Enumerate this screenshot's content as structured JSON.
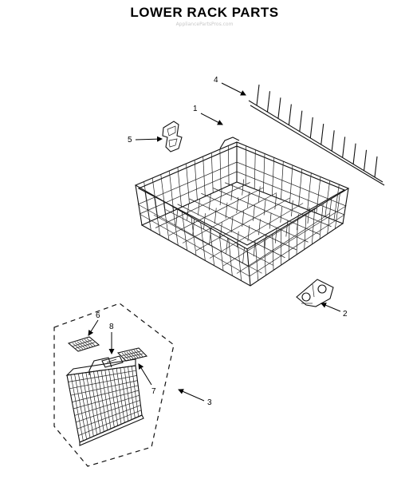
{
  "title": "LOWER RACK PARTS",
  "watermark": "AppliancePartsPros.com",
  "callouts": [
    {
      "id": "1",
      "part": "lower-rack"
    },
    {
      "id": "2",
      "part": "rack-roller"
    },
    {
      "id": "3",
      "part": "silverware-basket"
    },
    {
      "id": "4",
      "part": "tine-row"
    },
    {
      "id": "5",
      "part": "rack-clip"
    },
    {
      "id": "6",
      "part": "basket-lid"
    },
    {
      "id": "7",
      "part": "basket-lid"
    },
    {
      "id": "8",
      "part": "basket-handle"
    }
  ]
}
